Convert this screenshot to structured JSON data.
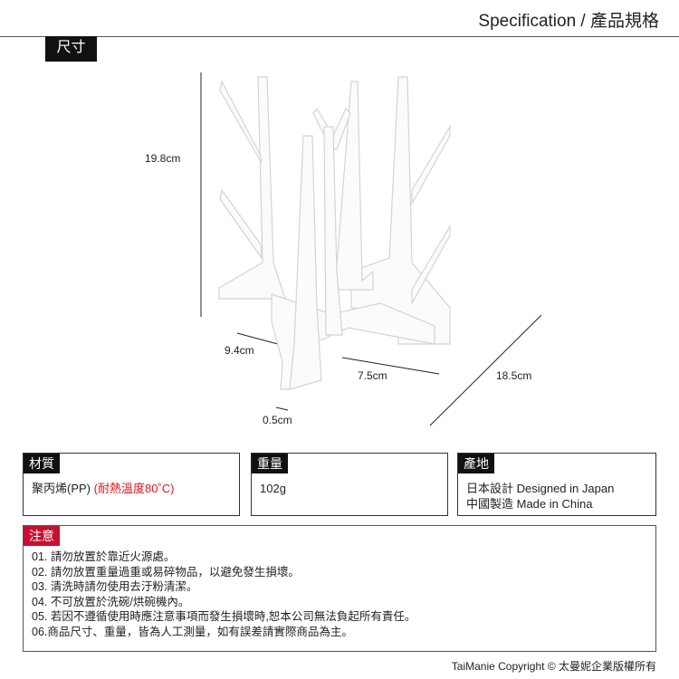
{
  "header": {
    "title": "Specification / 產品規格"
  },
  "size": {
    "label": "尺寸",
    "dims": {
      "height": "19.8cm",
      "width": "9.4cm",
      "depth": "7.5cm",
      "diagonal": "18.5cm",
      "thickness": "0.5cm"
    }
  },
  "specs": [
    {
      "label": "材質",
      "value": "聚丙烯(PP)",
      "note": "(耐熱溫度80˚C)"
    },
    {
      "label": "重量",
      "value": "102g"
    },
    {
      "label": "產地",
      "lines": [
        "日本設計 Designed in Japan",
        "中國製造 Made in China"
      ]
    }
  ],
  "notes": {
    "label": "注意",
    "items": [
      "01. 請勿放置於靠近火源處。",
      "02. 請勿放置重量過重或易碎物品，以避免發生損壞。",
      "03. 清洗時請勿使用去汙粉清潔。",
      "04. 不可放置於洗碗/烘碗機內。",
      "05. 若因不遵循使用時應注意事項而發生損壞時,恕本公司無法負起所有責任。",
      "06.商品尺寸、重量，皆為人工測量，如有誤差請實際商品為主。"
    ]
  },
  "footer": {
    "copyright": "TaiManie Copyright © 太曼妮企業版權所有"
  }
}
